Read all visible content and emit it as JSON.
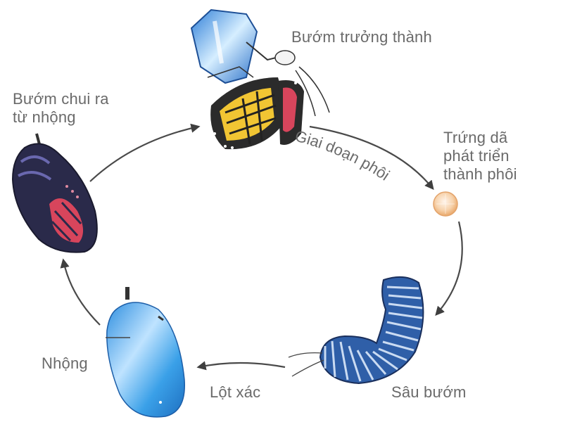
{
  "diagram": {
    "type": "life-cycle",
    "subject": "butterfly",
    "colors": {
      "text": "#6a6a6a",
      "arrow": "#4a4a4a",
      "background": "#ffffff",
      "chrysalis_blue": "#3aa0e8",
      "caterpillar_blue": "#2f5fa8",
      "egg": "#f3c89a",
      "wing_orange": "#f2c23a",
      "wing_red": "#d8455c"
    },
    "stages": [
      {
        "id": "adult",
        "label": "Bướm trưởng thành"
      },
      {
        "id": "egg",
        "label_lines": [
          "Trứng dã",
          "phát triển",
          "thành phôi"
        ]
      },
      {
        "id": "caterpillar",
        "label": "Sâu bướm"
      },
      {
        "id": "pupa",
        "label": "Nhộng"
      },
      {
        "id": "emerging",
        "label_lines": [
          "Bướm chui ra",
          "từ nhộng"
        ]
      }
    ],
    "transitions": [
      {
        "from": "adult",
        "to": "egg",
        "label": "Giai doạn phôi"
      },
      {
        "from": "egg",
        "to": "caterpillar",
        "label": ""
      },
      {
        "from": "caterpillar",
        "to": "pupa",
        "label": "Lột xác"
      },
      {
        "from": "pupa",
        "to": "emerging",
        "label": ""
      },
      {
        "from": "emerging",
        "to": "adult",
        "label": ""
      }
    ]
  }
}
